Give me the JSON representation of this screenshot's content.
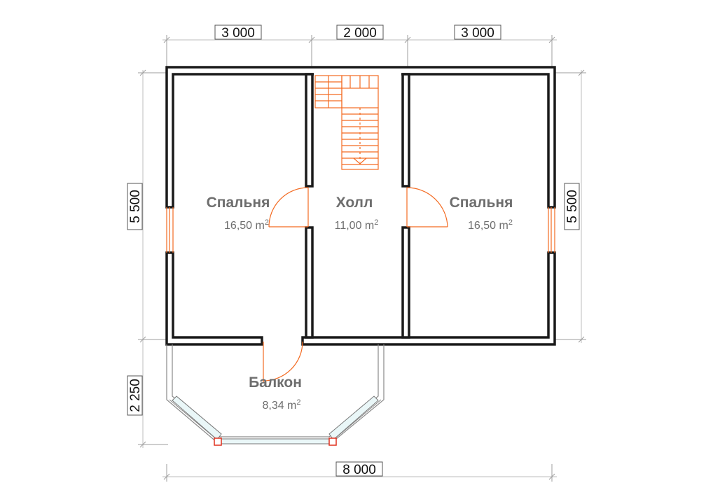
{
  "dimensions": {
    "top": [
      "3 000",
      "2 000",
      "3 000"
    ],
    "left_main": "5 500",
    "right_main": "5 500",
    "left_balcony": "2 250",
    "bottom": "8 000"
  },
  "rooms": [
    {
      "name": "Спальня",
      "area": "16,50 m",
      "area_sup": "2"
    },
    {
      "name": "Холл",
      "area": "11,00 m",
      "area_sup": "2"
    },
    {
      "name": "Спальня",
      "area": "16,50 m",
      "area_sup": "2"
    },
    {
      "name": "Балкон",
      "area": "8,34 m",
      "area_sup": "2"
    }
  ],
  "colors": {
    "wall": "#1a1a1a",
    "accent": "#f36a21",
    "label": "#6e6e6e"
  }
}
